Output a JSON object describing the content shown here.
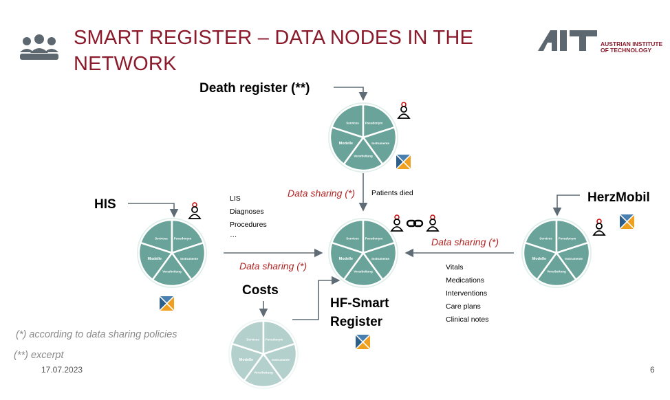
{
  "header": {
    "title": "SMART REGISTER – DATA NODES IN THE NETWORK",
    "logo_text": "AIT",
    "logo_subtitle_line1": "AUSTRIAN INSTITUTE",
    "logo_subtitle_line2": "OF TECHNOLOGY",
    "icon": "group-people-icon"
  },
  "wheel": {
    "segments": [
      "Services",
      "Pseudonym",
      "Instrumente",
      "Verarbeitung",
      "Modelle"
    ]
  },
  "nodes": {
    "death_register": "Death register  (**)",
    "his": "HIS",
    "herzmobil": "HerzMobil",
    "costs": "Costs",
    "hf_register_line1": "HF-Smart",
    "hf_register_line2": "Register"
  },
  "edges": {
    "death_share": "Data sharing (*)",
    "death_items": "Patients  died",
    "his_share": "Data sharing (*)",
    "his_items": [
      "LIS",
      "Diagnoses",
      "Procedures",
      "…"
    ],
    "herz_share": "Data sharing (*)",
    "herz_items": [
      "Vitals",
      "Medications",
      "Interventions",
      "Care  plans",
      "Clinical  notes"
    ]
  },
  "notes": {
    "sharing_policy": "(*) according to data sharing policies",
    "excerpt": "(**) excerpt"
  },
  "footer": {
    "date": "17.07.2023",
    "page": "6"
  },
  "colors": {
    "title": "#8b1a2b",
    "wheel_green": "#6aa39a",
    "arrow": "#5f6b75",
    "share_red": "#b22222",
    "badge_orange": "#f0a020",
    "badge_blue": "#2e5f8a"
  }
}
